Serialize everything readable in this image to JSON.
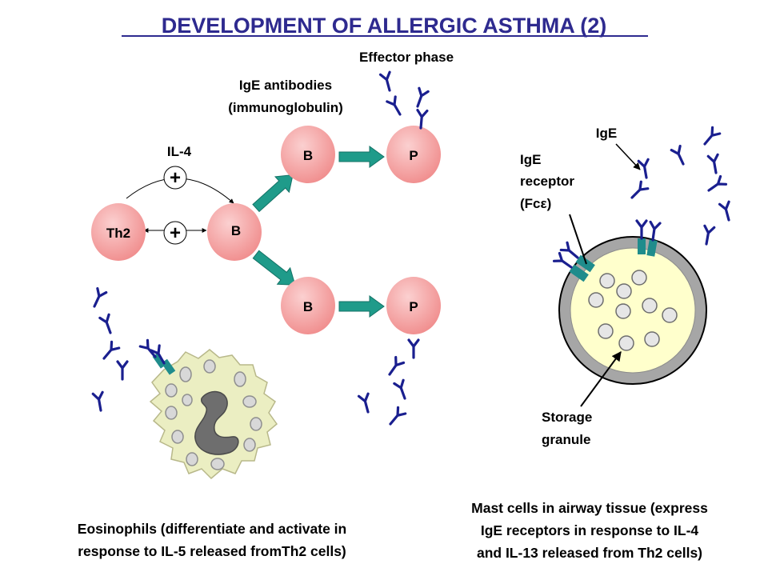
{
  "title": "DEVELOPMENT OF ALLERGIC ASTHMA (2)",
  "phase": "Effector phase",
  "colors": {
    "title": "#2e2a8f",
    "cell": "#f39a9a",
    "arrow": "#1f9b8a",
    "antibody": "#1a1f8f",
    "receptor": "#1f8c8c",
    "mast_outer": "#a6a6a6",
    "mast_inner": "#ffffcc",
    "eosinophil": "#ebeec2"
  },
  "labels": {
    "igE_antibodies_line1": "IgE antibodies",
    "igE_antibodies_line2": "(immunoglobulin)",
    "il4": "IL-4",
    "plus": "+",
    "th2": "Th2",
    "b": "B",
    "p": "P",
    "igE": "IgE",
    "receptor_line1": "IgE",
    "receptor_line2": "receptor",
    "receptor_line3_prefix": "(Fc",
    "receptor_line3_symbol": "ε",
    "receptor_line3_suffix": ")",
    "storage_line1": "Storage",
    "storage_line2": "granule"
  },
  "captions": {
    "eosinophil_line1": "Eosinophils (differentiate and activate in",
    "eosinophil_line2": "response to IL-5 released fromTh2 cells)",
    "mast_line1": "Mast cells in airway tissue (express",
    "mast_line2": "IgE receptors in response to IL-4",
    "mast_line3": "and IL-13 released from Th2 cells)"
  }
}
